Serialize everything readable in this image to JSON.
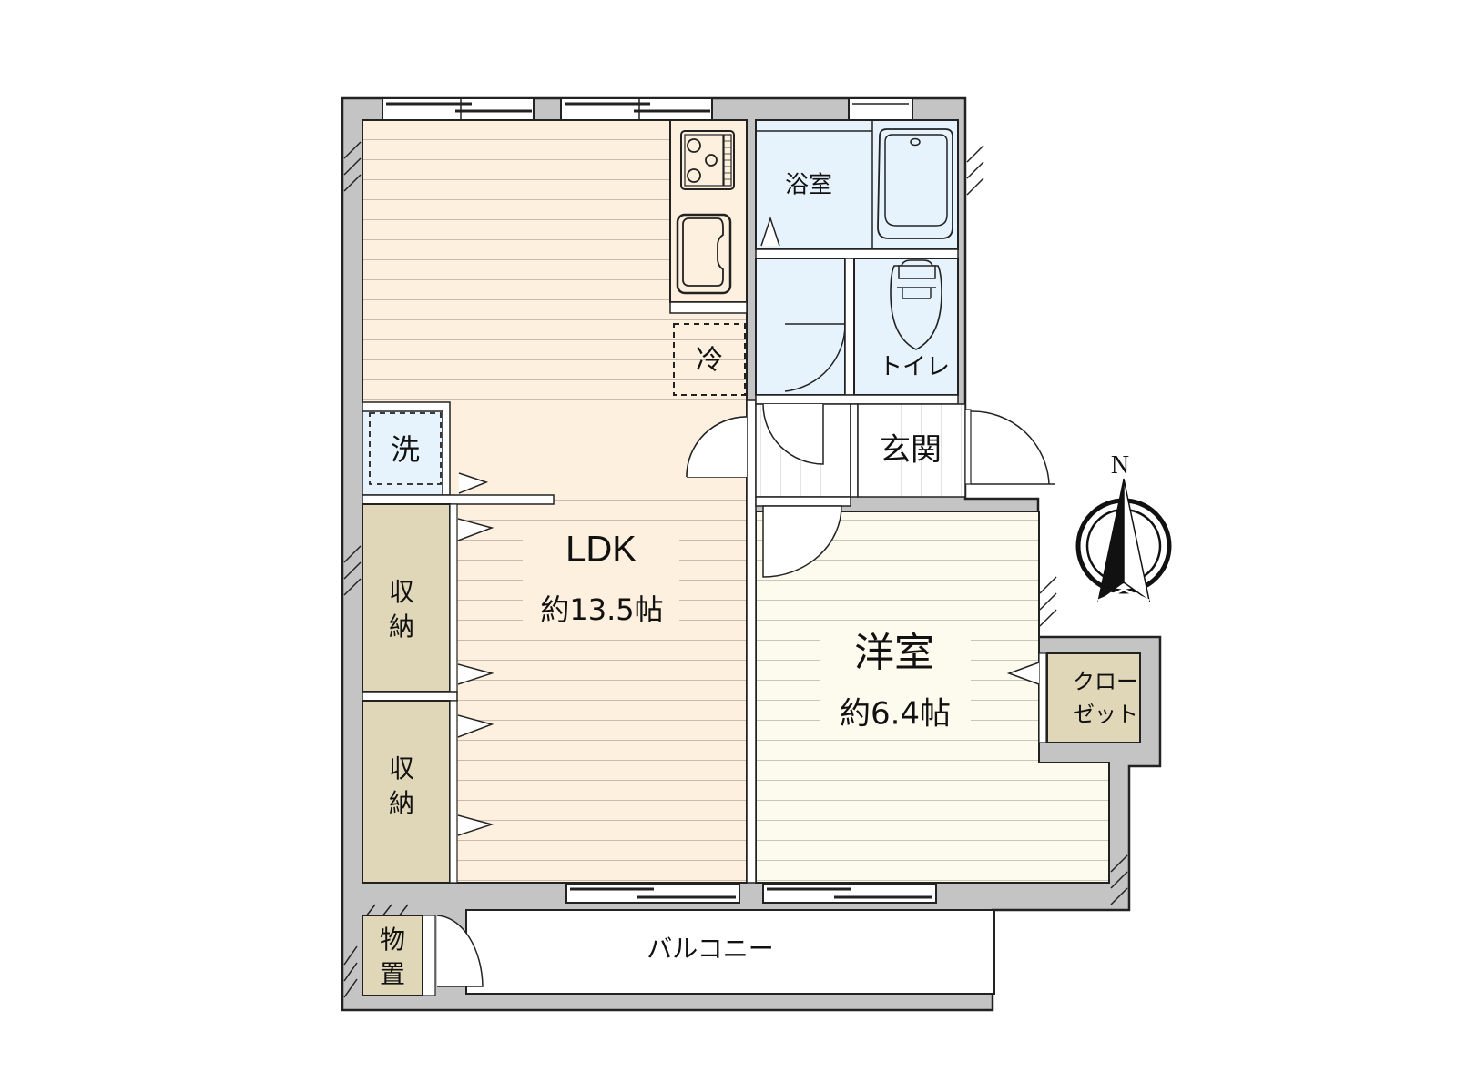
{
  "floorplan": {
    "colors": {
      "wall": "#c3c4c3",
      "ldk_floor": "#fdf0de",
      "western_floor": "#fdfbee",
      "wet_area": "#e6f3fc",
      "storage": "#e0d6b8",
      "outline": "#222222",
      "floor_line": "#c8b8a6"
    },
    "rooms": {
      "ldk": {
        "name": "LDK",
        "area": "約13.5帖"
      },
      "western": {
        "name": "洋室",
        "area": "約6.4帖"
      },
      "bath": {
        "name": "浴室"
      },
      "toilet": {
        "name": "トイレ"
      },
      "entrance": {
        "name": "玄関"
      },
      "balcony": {
        "name": "バルコニー"
      },
      "fridge": {
        "name": "冷"
      },
      "washer": {
        "name": "洗"
      },
      "storage1": {
        "name": "収納",
        "line1": "収",
        "line2": "納"
      },
      "storage2": {
        "name": "収納",
        "line1": "収",
        "line2": "納"
      },
      "outdoor_storage": {
        "name": "物置",
        "line1": "物",
        "line2": "置"
      },
      "closet": {
        "name": "クローゼット",
        "line1": "クロー",
        "line2": "ゼット"
      }
    },
    "compass": {
      "label": "N"
    }
  }
}
